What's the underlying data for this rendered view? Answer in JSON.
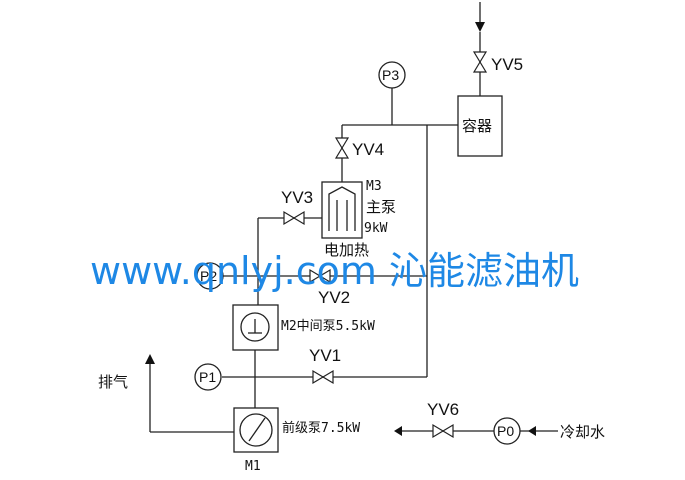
{
  "labels": {
    "yv5": "YV5",
    "yv4": "YV4",
    "yv3": "YV3",
    "yv2": "YV2",
    "yv1": "YV1",
    "yv6": "YV6",
    "p3": "P3",
    "p2": "P2",
    "p1": "P1",
    "p0": "P0",
    "container": "容器",
    "m3": "M3",
    "main_pump": "主泵",
    "m3_power": "9kW",
    "electric_heating": "电加热",
    "m2_label": "M2中间泵5.5kW",
    "fore_pump": "前级泵7.5kW",
    "m1": "M1",
    "exhaust": "排气",
    "cooling_water": "冷却水"
  },
  "watermark": "www.qnlyj.com 沁能滤油机",
  "colors": {
    "watermark": "#1e88e5",
    "lines": "#222222"
  }
}
